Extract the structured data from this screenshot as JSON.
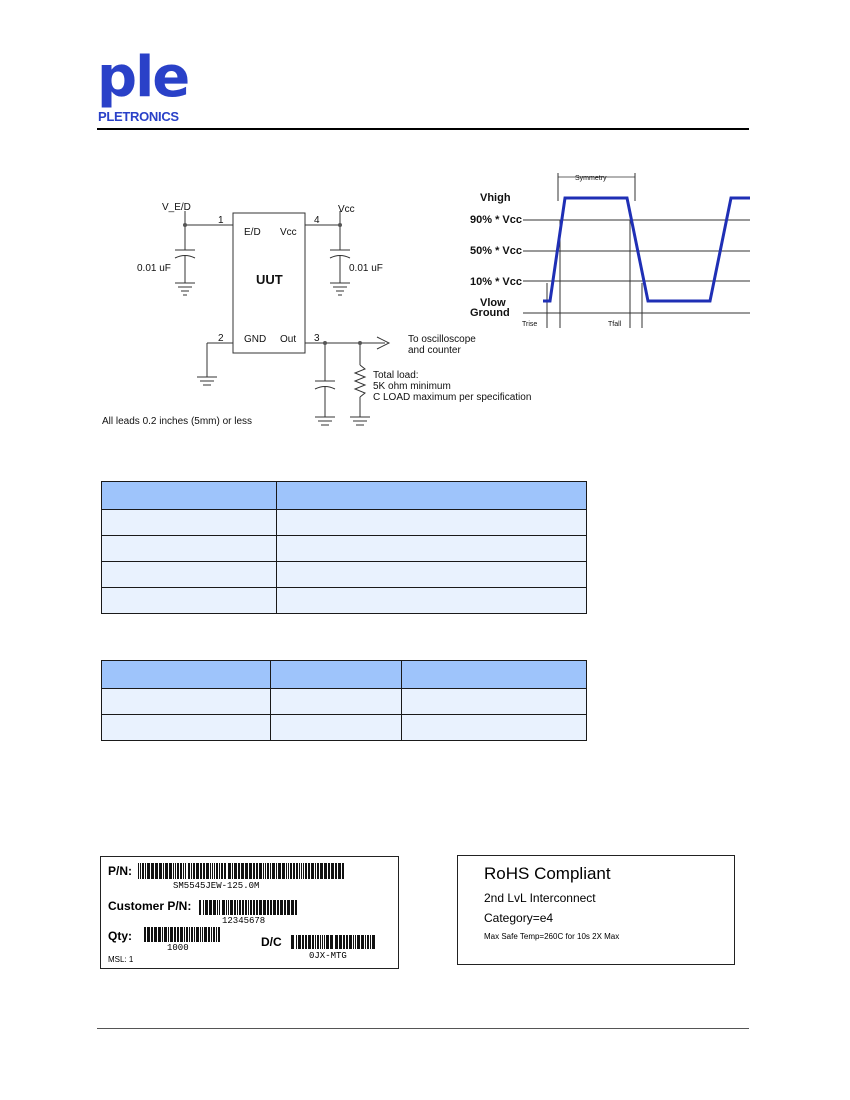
{
  "header": {
    "logo_letters": "ple",
    "logo_text": "PLETRONICS"
  },
  "circuit": {
    "pin_ved": "V_E/D",
    "pin_vcc": "Vcc",
    "pin_num_1": "1",
    "pin_num_2": "2",
    "pin_num_3": "3",
    "pin_num_4": "4",
    "chip_ed": "E/D",
    "chip_vcc": "Vcc",
    "chip_name": "UUT",
    "chip_gnd": "GND",
    "chip_out": "Out",
    "cap_left": "0.01 uF",
    "cap_right": "0.01 uF",
    "to_scope_1": "To oscilloscope",
    "to_scope_2": "and counter",
    "load_1": "Total load:",
    "load_2": "5K ohm minimum",
    "load_3": "C LOAD maximum per specification",
    "leads_note": "All leads 0.2 inches (5mm) or less"
  },
  "waveform": {
    "symmetry": "Symmetry",
    "vhigh": "Vhigh",
    "v90": "90% * Vcc",
    "v50": "50% * Vcc",
    "v10": "10% * Vcc",
    "vlow": "Vlow",
    "ground": "Ground",
    "trise": "Trise",
    "tfall": "Tfall"
  },
  "table1": {
    "rows": [
      [
        "",
        ""
      ],
      [
        "",
        ""
      ],
      [
        "",
        ""
      ],
      [
        "",
        ""
      ],
      [
        "",
        ""
      ]
    ]
  },
  "table2": {
    "rows": [
      [
        "",
        "",
        ""
      ],
      [
        "",
        "",
        ""
      ],
      [
        "",
        "",
        ""
      ]
    ]
  },
  "label": {
    "pn_label": "P/N:",
    "pn_value": "SM5545JEW-125.0M",
    "cust_label": "Customer P/N:",
    "cust_value": "12345678",
    "qty_label": "Qty:",
    "qty_value": "1000",
    "dc_label": "D/C",
    "dc_value": "0JX-MTG",
    "msl": "MSL: 1"
  },
  "rohs": {
    "title": "RoHS Compliant",
    "line1": "2nd LvL Interconnect",
    "line2": "Category=e4",
    "line3": "Max Safe Temp=260C for 10s  2X Max"
  },
  "colors": {
    "logo_blue": "#2a41c8",
    "wave_blue": "#1f2fb5",
    "table_header": "#9ec4fb",
    "table_body": "#e9f2fe"
  }
}
